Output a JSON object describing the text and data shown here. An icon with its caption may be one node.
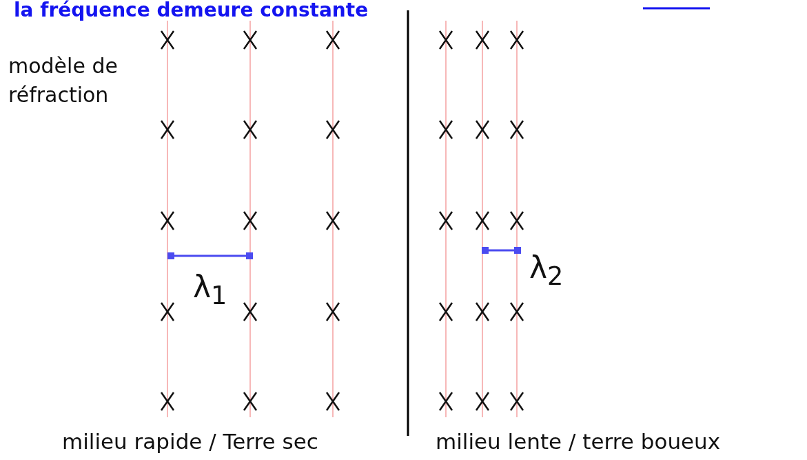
{
  "diagram": {
    "title": "la fréquence demeure constante",
    "labels": [
      "modèle de réfraction",
      "λ$_{1}$",
      "λ$_{2}$",
      "milieu rapide / Terre sec",
      "milieu lente / terre boueux"
    ]
  }
}
